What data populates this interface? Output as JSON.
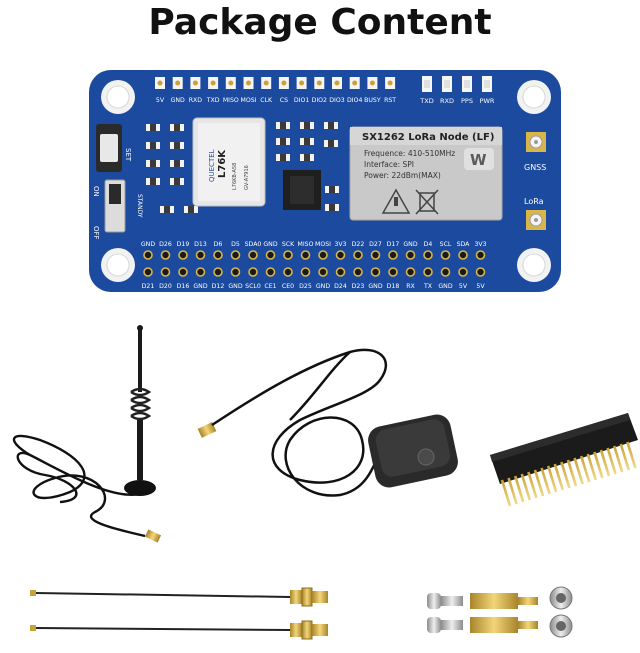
{
  "title": "Package Content",
  "board": {
    "top_pin_labels": [
      "5V",
      "GND",
      "RXD",
      "TXD",
      "MISO",
      "MOSI",
      "CLK",
      "CS",
      "DIO1",
      "DIO2",
      "DIO3",
      "DIO4",
      "BUSY",
      "RST"
    ],
    "top_led_labels": [
      "TXD",
      "RXD",
      "PPS",
      "PWR"
    ],
    "switch_labels": {
      "set": "SET",
      "on": "ON",
      "standy": "STANDY",
      "off": "OFF"
    },
    "gps_module": {
      "brand": "QUECTEL",
      "model": "L76K",
      "code": "L76KB-A58",
      "code2": "GV-A7916"
    },
    "lora_sticker": {
      "heading": "SX1262 LoRa Node (LF)",
      "lines": [
        "Frequence: 410-510MHz",
        "Interface: SPI",
        "Power: 22dBm(MAX)"
      ],
      "logo": "W"
    },
    "antenna_labels": {
      "gnss": "GNSS",
      "lora": "LoRa"
    },
    "header_top_labels": [
      "GND",
      "D26",
      "D19",
      "D13",
      "D6",
      "D5",
      "SDA0",
      "GND",
      "SCK",
      "MISO",
      "MOSI",
      "3V3",
      "D22",
      "D27",
      "D17",
      "GND",
      "D4",
      "SCL",
      "SDA",
      "3V3"
    ],
    "header_bottom_labels": [
      "D21",
      "D20",
      "D16",
      "GND",
      "D12",
      "GND",
      "SCL0",
      "CE1",
      "CE0",
      "D25",
      "GND",
      "D24",
      "D23",
      "GND",
      "D18",
      "RX",
      "TX",
      "GND",
      "5V",
      "5V"
    ],
    "colors": {
      "pcb": "#1b4a9e",
      "pcb_dark": "#143a80",
      "gold": "#d9b64a",
      "silk": "#ffffff"
    }
  },
  "items": {
    "lora_antenna": "magnetic-base-spring-antenna",
    "gnss_antenna": "gnss-puck-antenna",
    "header": "2x20-pin-stacking-header",
    "cables": "ipex-to-sma-pigtail-cables",
    "hardware": "standoffs-screws-nuts"
  }
}
